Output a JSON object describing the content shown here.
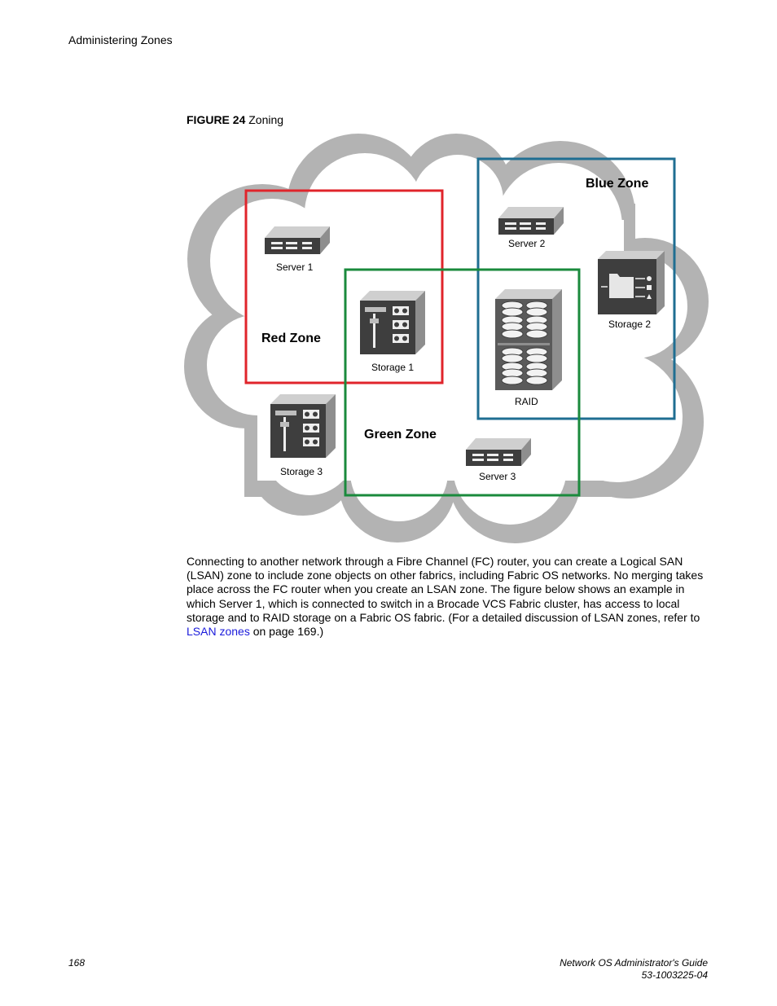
{
  "header": {
    "section": "Administering Zones"
  },
  "figure": {
    "number_label": "FIGURE 24",
    "title": "Zoning",
    "zones": {
      "red": {
        "label": "Red Zone",
        "color": "#e0242b"
      },
      "blue": {
        "label": "Blue Zone",
        "color": "#1f6e92"
      },
      "green": {
        "label": "Green Zone",
        "color": "#1a8a3c"
      }
    },
    "devices": {
      "server1": "Server 1",
      "server2": "Server 2",
      "server3": "Server 3",
      "storage1": "Storage 1",
      "storage2": "Storage 2",
      "storage3": "Storage 3",
      "raid": "RAID"
    }
  },
  "body": {
    "paragraph_text": "Connecting to another network through a Fibre Channel (FC) router, you can create a Logical SAN (LSAN) zone to include zone objects on other fabrics, including Fabric OS networks. No merging takes place across the FC router when you create an LSAN zone. The figure below shows an example in which Server 1, which is connected to switch in a Brocade VCS Fabric cluster, has access to local storage and to RAID storage on a Fabric OS fabric. (For a detailed discussion of LSAN zones, refer to ",
    "link_text": "LSAN zones",
    "paragraph_tail": " on page 169.)"
  },
  "footer": {
    "page_number": "168",
    "doc_title": "Network OS Administrator's Guide",
    "doc_number": "53-1003225-04"
  }
}
